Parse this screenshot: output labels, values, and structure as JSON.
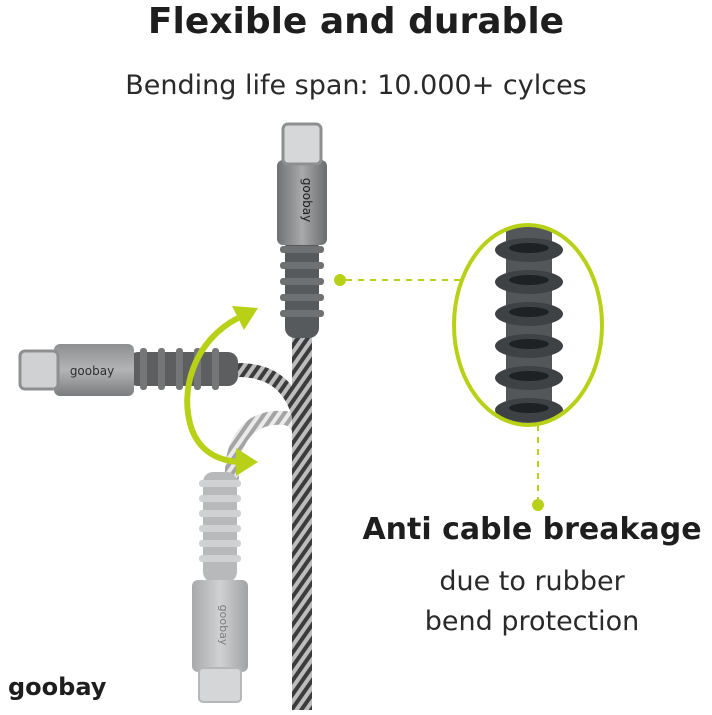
{
  "header": {
    "title": "Flexible and durable",
    "subtitle": "Bending life span: 10.000+ cylces"
  },
  "callout": {
    "title": "Anti cable breakage",
    "line1": "due to rubber",
    "line2": "bend protection"
  },
  "brand": {
    "logo_text": "goobay",
    "connector_text": "goobay"
  },
  "colors": {
    "accent": "#b8d116",
    "rubber": "#5a5c5e",
    "metal": "#9a9c9e",
    "text": "#1e1e1e"
  },
  "icons": [
    "bend-arrow-icon",
    "usb-c-connector-icon"
  ]
}
